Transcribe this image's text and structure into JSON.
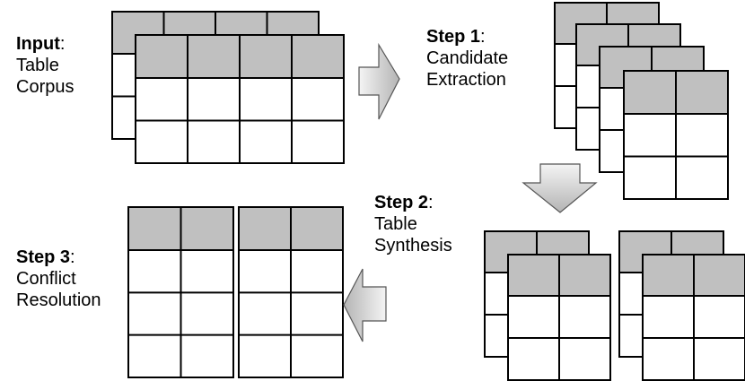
{
  "stages": {
    "input": {
      "title": "Input",
      "suffix": ":",
      "lines": [
        "Table",
        "Corpus"
      ]
    },
    "step1": {
      "title": "Step 1",
      "suffix": ":",
      "lines": [
        "Candidate",
        "Extraction"
      ]
    },
    "step2": {
      "title": "Step 2",
      "suffix": ":",
      "lines": [
        "Table",
        "Synthesis"
      ]
    },
    "step3": {
      "title": "Step 3",
      "suffix": ":",
      "lines": [
        "Conflict",
        "Resolution"
      ]
    }
  },
  "colors": {
    "header_fill": "#c0c0c0",
    "cell_fill": "#ffffff",
    "stroke": "#000000",
    "arrow_light": "#f2f2f2",
    "arrow_dark": "#b8b8b8"
  }
}
